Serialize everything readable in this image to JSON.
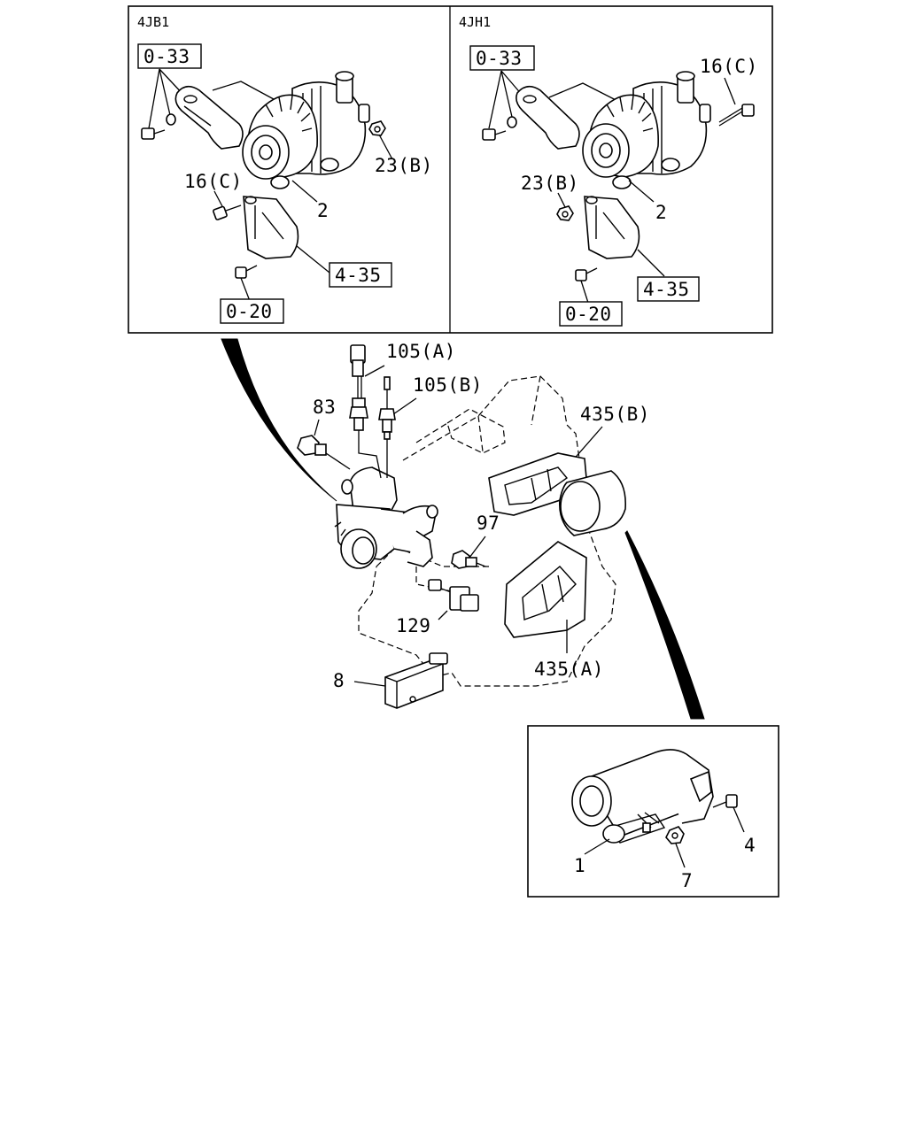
{
  "panels": {
    "left": {
      "title": "4JB1"
    },
    "right": {
      "title": "4JH1"
    }
  },
  "refs": {
    "left_0_33": "0-33",
    "left_4_35": "4-35",
    "left_0_20": "0-20",
    "right_0_33": "0-33",
    "right_4_35": "4-35",
    "right_0_20": "0-20"
  },
  "callouts": {
    "left_16c": "16(C)",
    "left_23b": "23(B)",
    "left_2": "2",
    "right_16c": "16(C)",
    "right_23b": "23(B)",
    "right_2": "2",
    "p105a": "105(A)",
    "p105b": "105(B)",
    "p83": "83",
    "p435b": "435(B)",
    "p97": "97",
    "p129": "129",
    "p435a": "435(A)",
    "p8": "8",
    "s1": "1",
    "s7": "7",
    "s4": "4"
  }
}
